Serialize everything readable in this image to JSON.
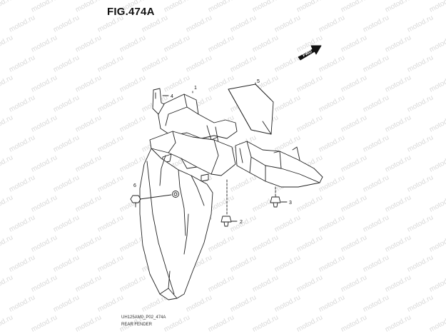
{
  "figure": {
    "title": "FIG.474A",
    "code": "UH125AM0_P02_474A",
    "part_name": "REAR FENDER"
  },
  "watermark": {
    "text": "motod.ru",
    "color": "#d9d9d9"
  },
  "direction_badge": {
    "label": "FWD",
    "icon": "fwd-arrow-icon"
  },
  "callouts": [
    "1",
    "2",
    "3",
    "4",
    "5",
    "6"
  ],
  "colors": {
    "line": "#222222",
    "text": "#111111",
    "background": "#ffffff"
  }
}
